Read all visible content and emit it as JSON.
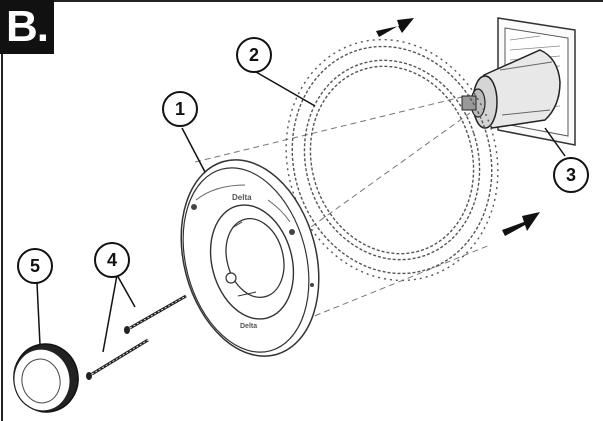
{
  "panel_label": "B.",
  "callouts": [
    {
      "id": "1",
      "label": "1"
    },
    {
      "id": "2",
      "label": "2"
    },
    {
      "id": "3",
      "label": "3"
    },
    {
      "id": "4",
      "label": "4"
    },
    {
      "id": "5",
      "label": "5"
    }
  ],
  "plate_text": {
    "brand": "Delta",
    "brand_bottom": "Delta"
  },
  "colors": {
    "ink": "#111111",
    "line": "#333333",
    "dashed": "#666666",
    "background": "#ffffff"
  }
}
